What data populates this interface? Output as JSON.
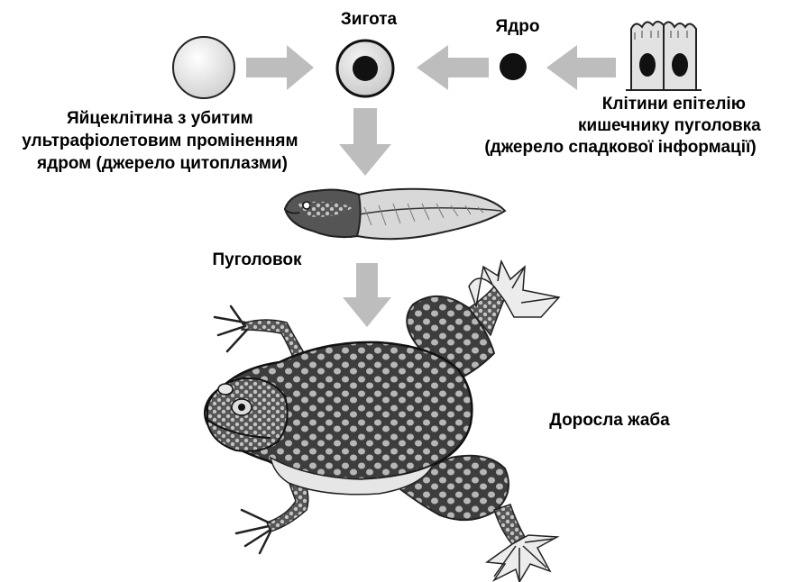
{
  "labels": {
    "zygote": "Зигота",
    "nucleus": "Ядро",
    "egg": [
      "Яйцеклітина з  убитим",
      "ультрафіолетовим  проміненням",
      "ядром  (джерело цитоплазми)"
    ],
    "epithelium": [
      "Клітини епітелію",
      "кишечнику пуголовка",
      "(джерело спадкової   інформації)"
    ],
    "tadpole": "Пуголовок",
    "adult": "Доросла жаба"
  },
  "colors": {
    "ink": "#000000",
    "arrow": "#bdbdbd",
    "cell": "#e2e2e2",
    "nucleus": "#111111",
    "frog_back": "#3d3d3d",
    "frog_spots": "#b7b7b7",
    "frog_belly": "#e6e6e6"
  }
}
